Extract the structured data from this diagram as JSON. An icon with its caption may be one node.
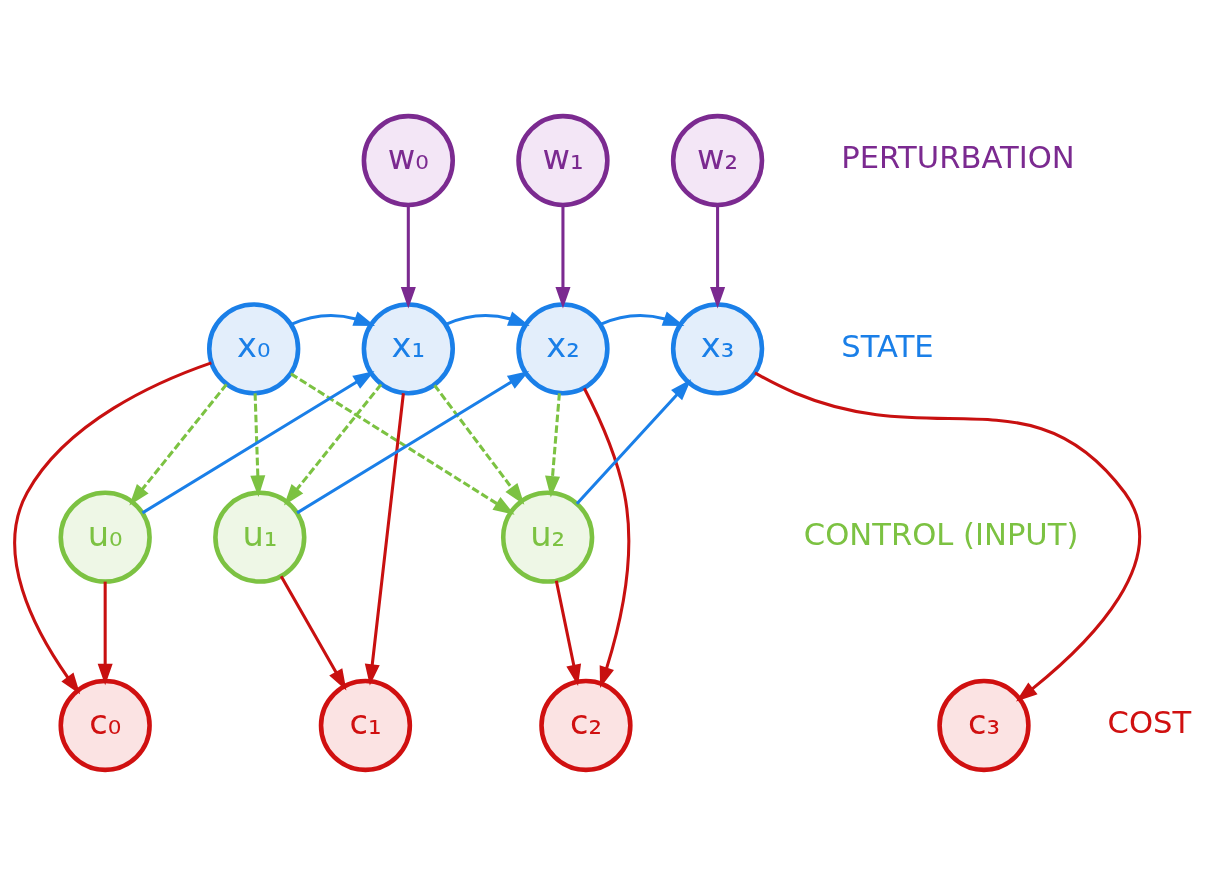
{
  "diagram": {
    "nodes": [
      {
        "text": [
          "w₀"
        ]
      },
      {
        "text": [
          "w₁"
        ]
      },
      {
        "text": [
          "w₂"
        ]
      },
      {
        "text": [
          "x₀"
        ]
      },
      {
        "text": [
          "x₁"
        ]
      },
      {
        "text": [
          "x₂"
        ]
      },
      {
        "text": [
          "x₃"
        ]
      },
      {
        "text": [
          "u₀"
        ]
      },
      {
        "text": [
          "u₁"
        ]
      },
      {
        "text": [
          "u₂"
        ]
      },
      {
        "text": [
          "c₀"
        ]
      },
      {
        "text": [
          "c₁"
        ]
      },
      {
        "text": [
          "c₂"
        ]
      },
      {
        "text": [
          "c₃"
        ]
      }
    ],
    "edges": [
      {
        "from": 0,
        "to": 4,
        "arrow": "to",
        "color": "#7b2a90"
      },
      {
        "from": 1,
        "to": 5,
        "arrow": "to",
        "color": "#7b2a90"
      },
      {
        "from": 2,
        "to": 6,
        "arrow": "to",
        "color": "#7b2a90"
      },
      {
        "from": 3,
        "to": 4,
        "arrow": "to",
        "color": "#1a7fe8"
      },
      {
        "from": 4,
        "to": 5,
        "arrow": "to",
        "color": "#1a7fe8"
      },
      {
        "from": 5,
        "to": 6,
        "arrow": "to",
        "color": "#1a7fe8"
      },
      {
        "from": 3,
        "to": 7,
        "arrow": "to",
        "style": "dashed",
        "color": "#7cc242"
      },
      {
        "from": 3,
        "to": 8,
        "arrow": "to",
        "style": "dashed",
        "color": "#7cc242"
      },
      {
        "from": 3,
        "to": 9,
        "arrow": "to",
        "style": "dashed",
        "color": "#7cc242"
      },
      {
        "from": 4,
        "to": 8,
        "arrow": "to",
        "style": "dashed",
        "color": "#7cc242"
      },
      {
        "from": 4,
        "to": 9,
        "arrow": "to",
        "style": "dashed",
        "color": "#7cc242"
      },
      {
        "from": 5,
        "to": 9,
        "arrow": "to",
        "style": "dashed",
        "color": "#7cc242"
      },
      {
        "from": 7,
        "to": 4,
        "arrow": "to",
        "color": "#1a7fe8"
      },
      {
        "from": 8,
        "to": 5,
        "arrow": "to",
        "color": "#1a7fe8"
      },
      {
        "from": 9,
        "to": 6,
        "arrow": "to",
        "color": "#1a7fe8"
      },
      {
        "from": 3,
        "to": 10,
        "arrow": "to"
      },
      {
        "from": 4,
        "to": 11,
        "arrow": "to"
      },
      {
        "from": 5,
        "to": 12,
        "arrow": "to"
      },
      {
        "from": 6,
        "to": 13,
        "arrow": "to"
      },
      {
        "from": 7,
        "to": 10,
        "arrow": "to"
      },
      {
        "from": 8,
        "to": 11,
        "arrow": "to"
      },
      {
        "from": 9,
        "to": 12,
        "arrow": "to"
      }
    ],
    "labels": [
      "PERTURBATION",
      "STATE",
      "CONTROL (INPUT)",
      "COST"
    ]
  }
}
